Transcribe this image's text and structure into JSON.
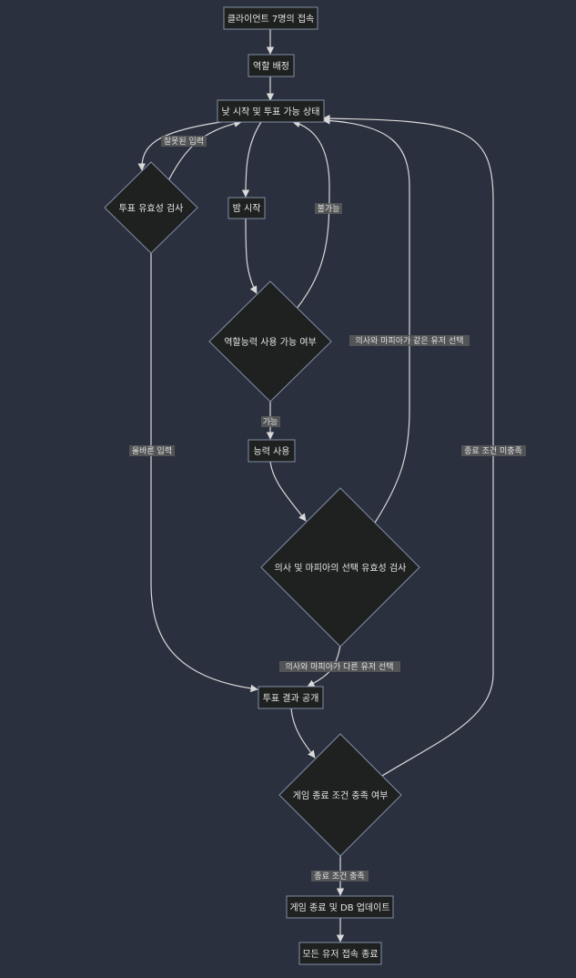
{
  "nodes": {
    "clients_connect": "클라이언트 7명의 접속",
    "role_assign": "역할 배정",
    "day_start": "낮 시작 및 투표 가능 상태",
    "vote_check": "투표 유효성 검사",
    "night_start": "밤 시작",
    "ability_check": "역할능력 사용 가능 여부",
    "ability_use": "능력 사용",
    "select_check": "의사 및 마피아의 선택 유효성 검사",
    "vote_result": "투표 결과 공개",
    "end_check": "게임 종료 조건 충족 여부",
    "game_end": "게임 종료 및 DB 업데이트",
    "all_disconnect": "모든 유저 접속 종료"
  },
  "edge_labels": {
    "invalid_input": "잘못된 입력",
    "valid_input": "올바른 입력",
    "impossible": "불가능",
    "possible": "가능",
    "same_user": "의사와 마피아가 같은 유저 선택",
    "diff_user": "의사와 마피아가 다른 유저 선택",
    "not_met": "종료 조건 미충족",
    "met": "종료 조건 충족"
  },
  "colors": {
    "background": "#2b303e",
    "node_fill": "#1f2020",
    "node_border": "#7f8fa6",
    "edge": "#d9d9d9"
  }
}
